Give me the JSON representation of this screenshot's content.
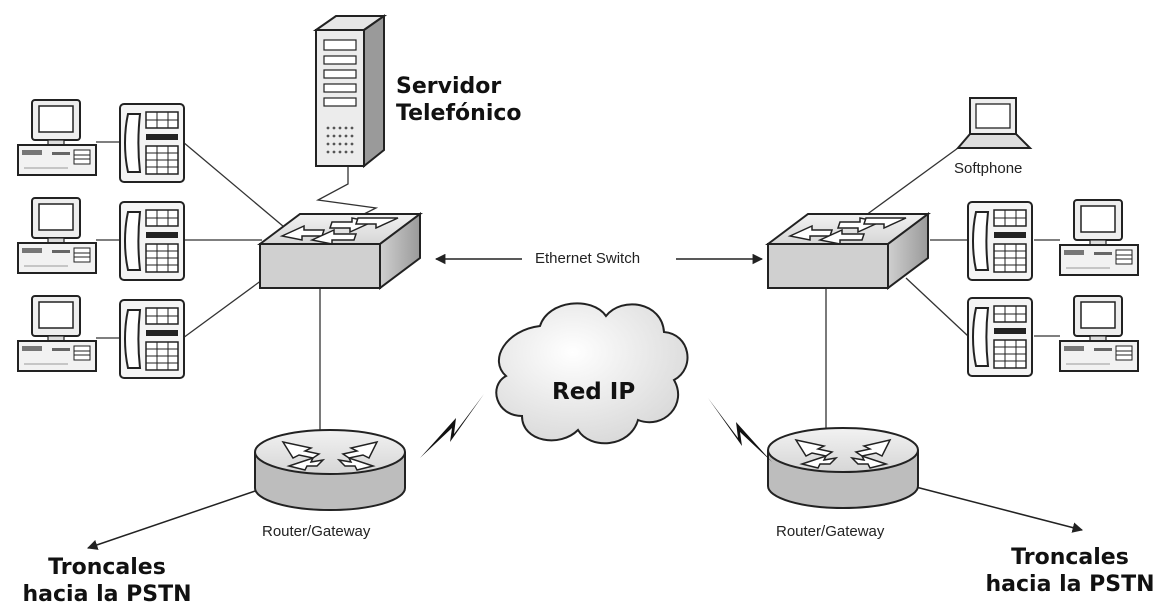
{
  "labels": {
    "server": [
      "Servidor",
      "Telefónico"
    ],
    "softphone": "Softphone",
    "ethernet_switch": "Ethernet Switch",
    "cloud": "Red IP",
    "router_left": "Router/Gateway",
    "router_right": "Router/Gateway",
    "trunks_left": [
      "Troncales",
      "hacia la PSTN"
    ],
    "trunks_right": [
      "Troncales",
      "hacia la PSTN"
    ]
  }
}
